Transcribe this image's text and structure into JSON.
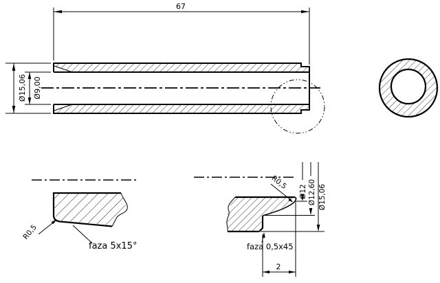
{
  "drawing": {
    "type": "technical-section-drawing",
    "colors": {
      "line": "#000000",
      "background": "#ffffff"
    },
    "main_view": {
      "length": "67",
      "outer_diameter": "Ø15,06",
      "inner_diameter": "Ø9,00"
    },
    "end_view": {},
    "detail_left": {
      "radius": "R0,5",
      "chamfer": "faza 5x15°"
    },
    "detail_right": {
      "radius": "R0,5",
      "dia_inner": "Ø12",
      "dia_step": "Ø12,60",
      "dia_outer": "Ø15,06",
      "chamfer": "faza 0,5x45",
      "step_length": "2"
    }
  }
}
